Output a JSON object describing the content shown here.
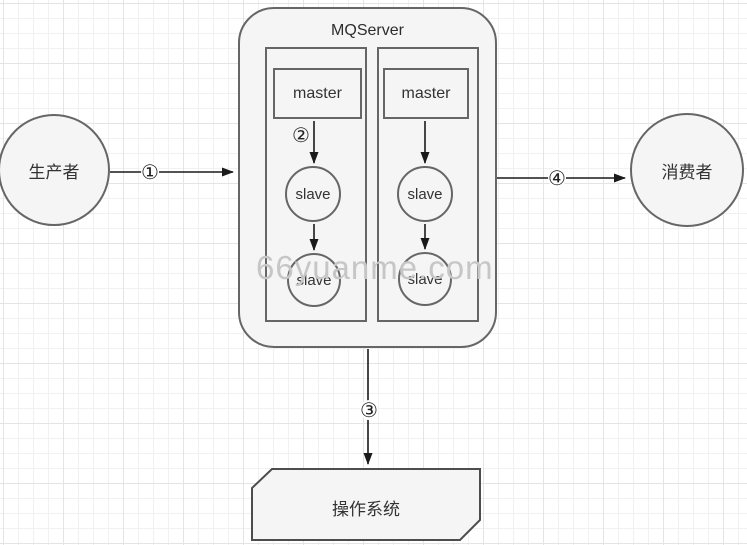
{
  "watermark": "66yuanme.com",
  "colors": {
    "shape_fill": "#f5f5f5",
    "shape_border": "#666666",
    "arrow": "#1a1a1a",
    "grid_minor": "#f1f1f1",
    "grid_major": "#e4e4e4",
    "watermark_color": "#c6c6c6"
  },
  "nodes": {
    "producer": {
      "label": "生产者"
    },
    "consumer": {
      "label": "消费者"
    },
    "os": {
      "label": "操作系统"
    },
    "mqserver": {
      "title": "MQServer",
      "columns": [
        {
          "master": "master",
          "slave_top": "slave",
          "slave_bottom": "slave"
        },
        {
          "master": "master",
          "slave_top": "slave",
          "slave_bottom": "slave"
        }
      ]
    }
  },
  "steps": {
    "s1": "①",
    "s2": "②",
    "s3": "③",
    "s4": "④"
  }
}
